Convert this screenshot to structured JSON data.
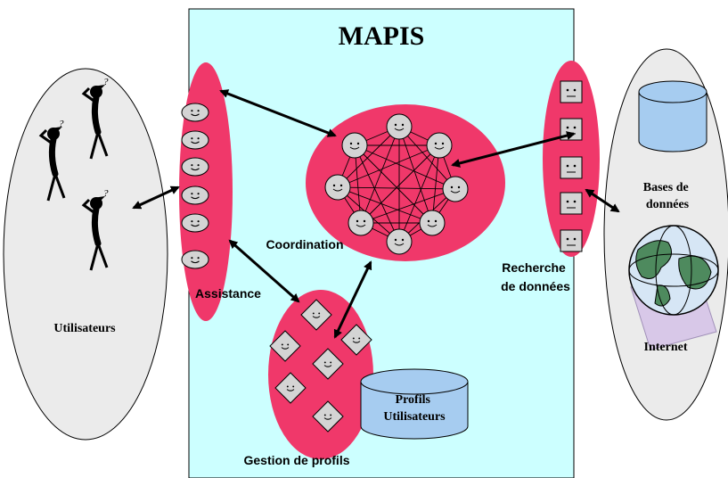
{
  "title": "MAPIS",
  "labels": {
    "users": "Utilisateurs",
    "assistance": "Assistance",
    "coordination": "Coordination",
    "search": [
      "Recherche",
      "de données"
    ],
    "profiles_mgmt": "Gestion de profils",
    "profiles_db": [
      "Profils",
      "Utilisateurs"
    ],
    "databases": [
      "Bases de",
      "données"
    ],
    "internet": "Internet"
  },
  "colors": {
    "panel": "#ccffff",
    "agent_zone": "#f0386a",
    "ellipse_grey": "#ebebeb",
    "agent_face": "#d4d4d4",
    "cylinder_blue": "#a6ccf0",
    "globe_green": "#4e8a5e",
    "globe_blue": "#d6e6f5"
  },
  "icons": {
    "user_figure": "thinking-person-icon",
    "assistant_agent": "oval-smiley-agent-icon",
    "coordination_agent": "round-smiley-agent-icon",
    "search_agent": "square-face-agent-icon",
    "profile_agent": "diamond-face-agent-icon",
    "database": "cylinder-database-icon",
    "internet": "globe-icon"
  }
}
